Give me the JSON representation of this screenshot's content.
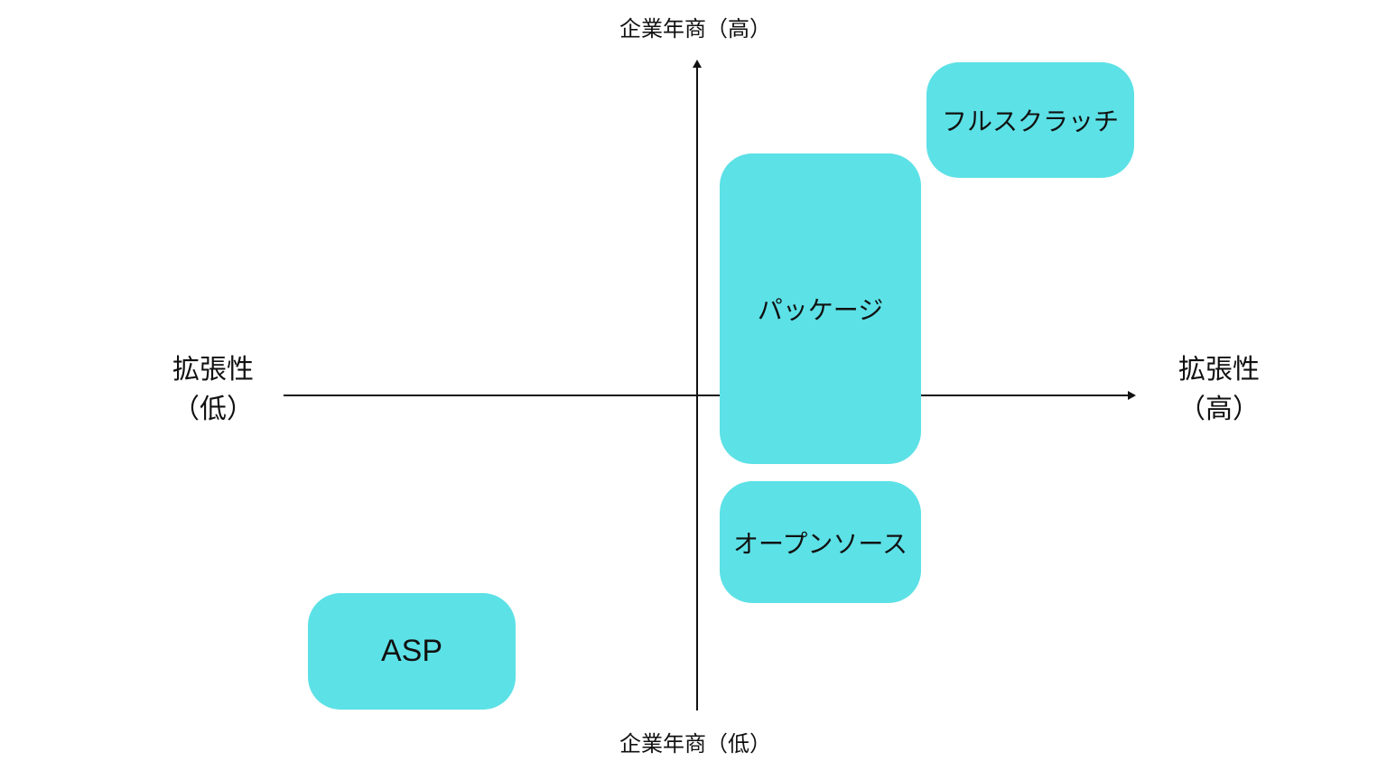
{
  "colors": {
    "box_fill": "#5ce1e6",
    "axis": "#111111",
    "background": "#ffffff"
  },
  "axes": {
    "vertical": {
      "top_label": "企業年商（高）",
      "bottom_label": "企業年商（低）"
    },
    "horizontal": {
      "left_label": [
        "拡張性",
        "（低）"
      ],
      "right_label": [
        "拡張性",
        "（高）"
      ]
    }
  },
  "boxes": {
    "fullscratch": "フルスクラッチ",
    "package": "パッケージ",
    "opensource": "オープンソース",
    "asp": "ASP"
  }
}
